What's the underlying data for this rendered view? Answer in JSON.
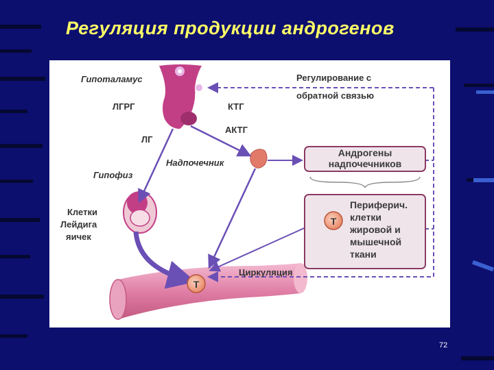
{
  "title": "Регуляция продукции андрогенов",
  "labels": {
    "hypothalamus": "Гипоталамус",
    "lhrh": "ЛГРГ",
    "crh": "КТГ",
    "lh": "ЛГ",
    "acth": "АКТГ",
    "adrenal": "Надпочечник",
    "pituitary": "Гипофиз",
    "leydig_1": "Клетки",
    "leydig_2": "Лейдига",
    "leydig_3": "яичек",
    "feedback_1": "Регулирование с",
    "feedback_2": "обратной связью",
    "adrenal_androgens_1": "Андрогены",
    "adrenal_androgens_2": "надпочечников",
    "peripheral_1": "Периферич.",
    "peripheral_2": "клетки",
    "peripheral_3": "жировой и",
    "peripheral_4": "мышечной",
    "peripheral_5": "ткани",
    "circulation": "Циркуляция",
    "t_peripheral": "Т",
    "t_circulation": "Т"
  },
  "colors": {
    "background": "#0c0f6e",
    "title": "#ffff66",
    "arrow": "#6a4fb5",
    "organ": "#c23f86",
    "box_border": "#8b3a62",
    "box_fill": "#efe4ea",
    "vessel": "#e07fa7"
  },
  "slide_number": "72"
}
